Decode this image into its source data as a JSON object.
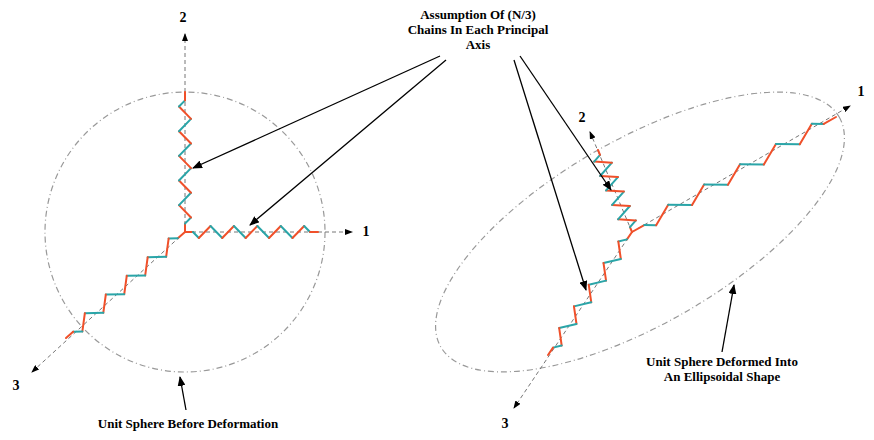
{
  "diagram": {
    "labels": [
      "Assumption Of (N/3) Chains In Each Principal Axis",
      "2",
      "1",
      "3",
      "2",
      "1",
      "3",
      "Unit Sphere Before Deformation",
      "Unit Sphere Deformed Into An Ellipsoidal Shape"
    ]
  }
}
